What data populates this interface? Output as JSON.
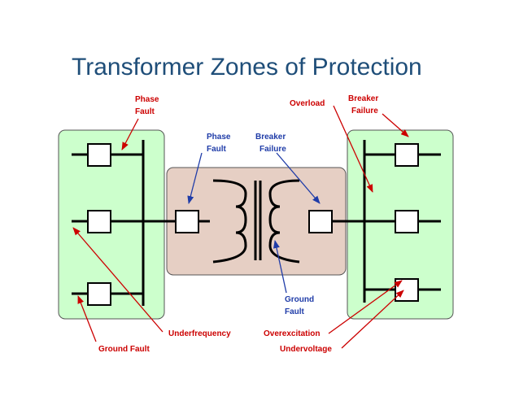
{
  "title": "Transformer Zones of Protection",
  "colors": {
    "title": "#1f4e79",
    "zone_green": "#ccffcc",
    "zone_transformer": "#e6cfc4",
    "red_label": "#cc0000",
    "blue_label": "#1f3ca8"
  },
  "labels": {
    "phase_fault_left": [
      "Phase",
      "Fault"
    ],
    "phase_fault_center": [
      "Phase",
      "Fault"
    ],
    "breaker_failure_center": [
      "Breaker",
      "Failure"
    ],
    "overload": "Overload",
    "breaker_failure_right": [
      "Breaker",
      "Failure"
    ],
    "ground_fault_center": [
      "Ground",
      "Fault"
    ],
    "underfrequency": "Underfrequency",
    "ground_fault_left": "Ground Fault",
    "overexcitation": "Overexcitation",
    "undervoltage": "Undervoltage"
  }
}
